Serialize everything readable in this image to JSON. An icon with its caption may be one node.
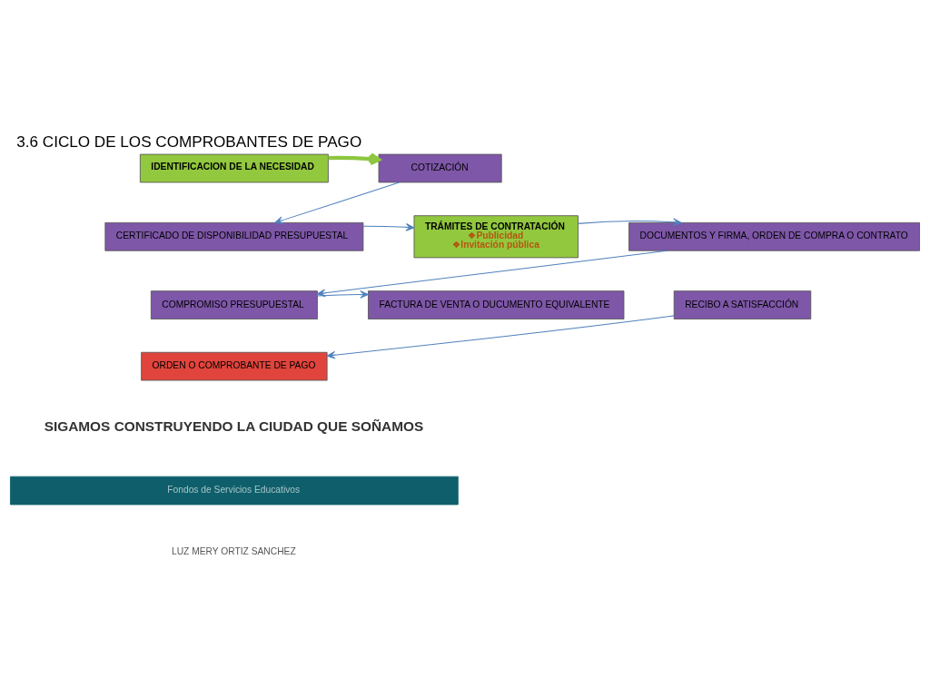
{
  "diagram": {
    "title": "3.6 CICLO DE LOS COMPROBANTES DE PAGO",
    "nodes": [
      {
        "text": [
          "IDENTIFICACION DE LA NECESIDAD"
        ]
      },
      {
        "text": [
          "COTIZACIÓN"
        ]
      },
      {
        "text": [
          "CERTIFICADO DE DISPONIBILIDAD PRESUPUESTAL"
        ]
      },
      {
        "text": [
          "TRÁMITES DE CONTRATACIÓN",
          "❖Publicidad",
          "❖Invitación pública"
        ]
      },
      {
        "text": [
          "DOCUMENTOS Y FIRMA, ORDEN DE COMPRA O CONTRATO"
        ]
      },
      {
        "text": [
          "COMPROMISO PRESUPUESTAL"
        ]
      },
      {
        "text": [
          "FACTURA DE VENTA O DUCUMENTO EQUIVALENTE"
        ]
      },
      {
        "text": [
          "RECIBO A SATISFACCIÓN"
        ]
      },
      {
        "text": [
          "ORDEN O COMPROBANTE DE PAGO"
        ]
      }
    ],
    "edges": [
      {
        "from": 0,
        "to": 1,
        "arrow": "to",
        "style": "thick",
        "color": "#8dc63f"
      },
      {
        "from": 1,
        "to": 2,
        "arrow": "to"
      },
      {
        "from": 2,
        "to": 3,
        "arrow": "to"
      },
      {
        "from": 3,
        "to": 4,
        "arrow": "to"
      },
      {
        "from": 4,
        "to": 5,
        "arrow": "to"
      },
      {
        "from": 5,
        "to": 6,
        "arrow": "to"
      },
      {
        "from": 7,
        "to": 8,
        "arrow": "to"
      }
    ],
    "labels": [
      "SIGAMOS CONSTRUYENDO LA CIUDAD QUE SOÑAMOS",
      "Fondos de Servicios Educativos",
      "LUZ MERY ORTIZ SANCHEZ"
    ]
  }
}
